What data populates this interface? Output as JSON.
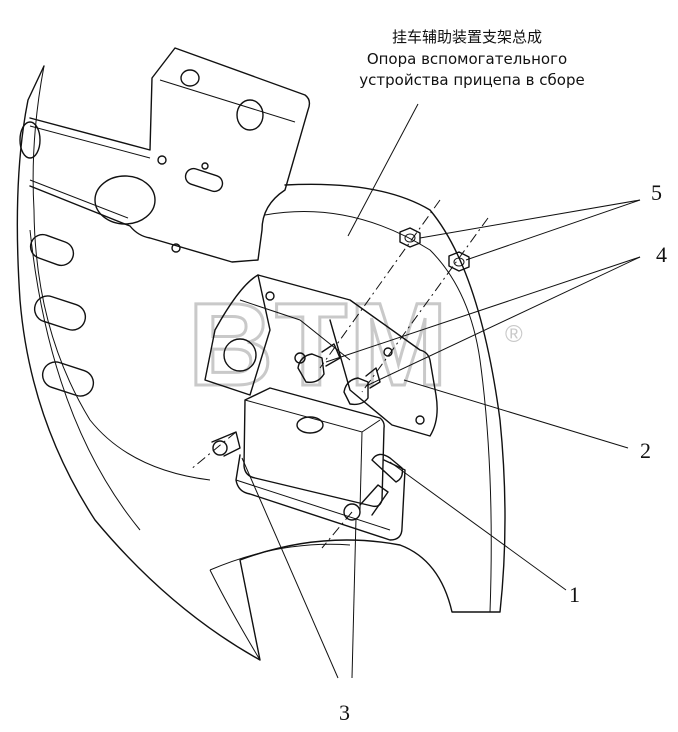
{
  "title": {
    "cn": "挂车辅助装置支架总成",
    "ru_line1": "Опора вспомогательного",
    "ru_line2": "устройства прицепа в сборе"
  },
  "watermark": {
    "text": "BTM",
    "registered": "®"
  },
  "callouts": [
    "5",
    "4",
    "2",
    "1",
    "3"
  ],
  "colors": {
    "line": "#111111",
    "watermark": "#c9c9c9",
    "background": "#ffffff"
  }
}
